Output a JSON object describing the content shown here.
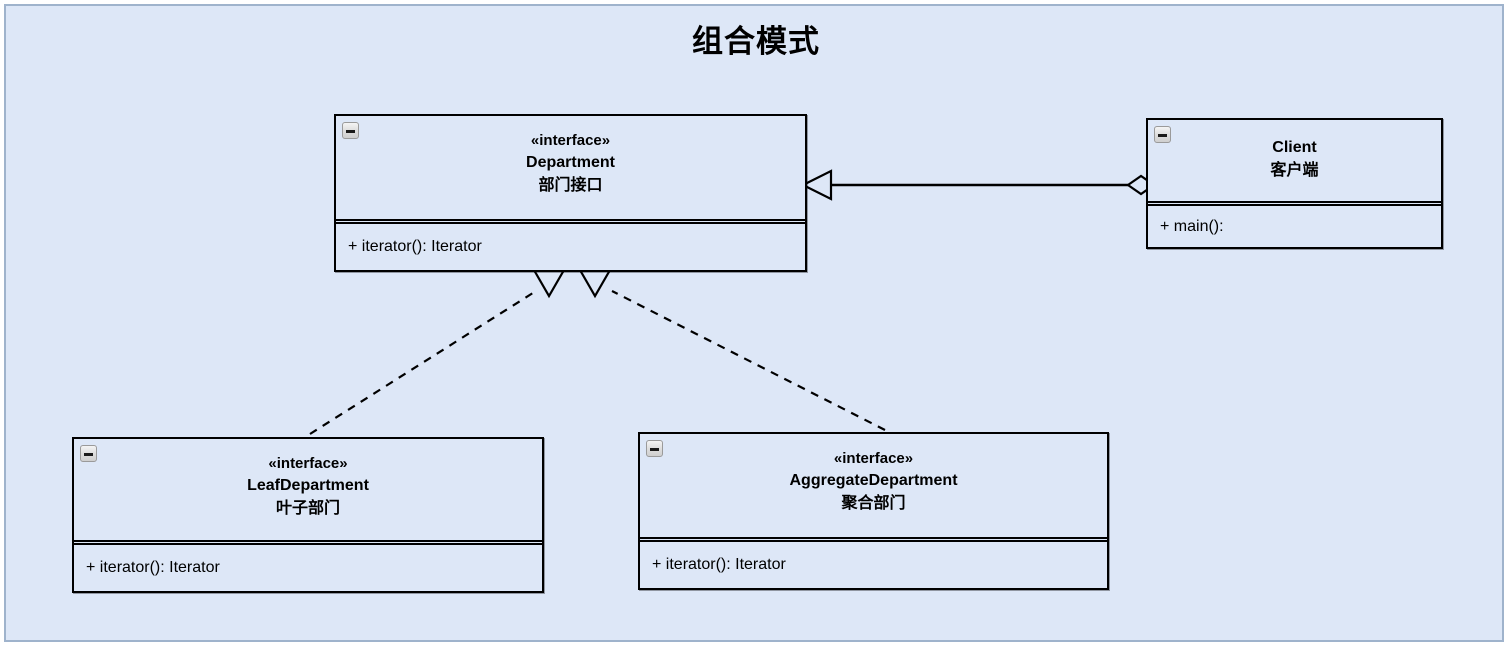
{
  "diagram": {
    "title": "组合模式",
    "background_color": "#dde7f7",
    "border_color": "#9fb3cc",
    "line_color": "#000000"
  },
  "classes": {
    "department": {
      "stereotype": "«interface»",
      "name": "Department",
      "name_cn": "部门接口",
      "operations": [
        "+ iterator(): Iterator"
      ],
      "collapse_icon": "minus-icon"
    },
    "client": {
      "stereotype": "",
      "name": "Client",
      "name_cn": "客户端",
      "operations": [
        "+ main():"
      ],
      "collapse_icon": "minus-icon"
    },
    "leaf": {
      "stereotype": "«interface»",
      "name": "LeafDepartment",
      "name_cn": "叶子部门",
      "operations": [
        "+ iterator(): Iterator"
      ],
      "collapse_icon": "minus-icon"
    },
    "aggregate": {
      "stereotype": "«interface»",
      "name": "AggregateDepartment",
      "name_cn": "聚合部门",
      "operations": [
        "+ iterator(): Iterator"
      ],
      "collapse_icon": "minus-icon"
    }
  },
  "relationships": [
    {
      "id": "client-to-department",
      "type": "aggregation",
      "source": "client",
      "target": "department",
      "line_style": "solid",
      "source_marker": "hollow-diamond",
      "target_marker": "hollow-triangle"
    },
    {
      "id": "leaf-realizes-department",
      "type": "realization",
      "source": "leaf",
      "target": "department",
      "line_style": "dashed",
      "source_marker": "none",
      "target_marker": "hollow-triangle"
    },
    {
      "id": "aggregate-realizes-department",
      "type": "realization",
      "source": "aggregate",
      "target": "department",
      "line_style": "dashed",
      "source_marker": "none",
      "target_marker": "hollow-triangle"
    }
  ]
}
